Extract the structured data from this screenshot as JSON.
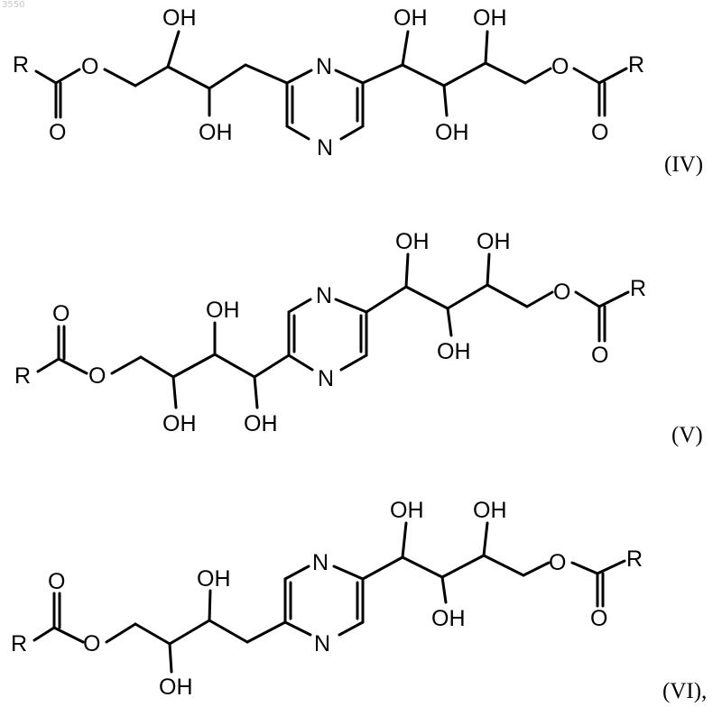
{
  "page_number": "3550",
  "compounds": [
    {
      "id": "IV",
      "label": "(IV)",
      "atoms": {
        "r_left": "R",
        "o_ester_left": "O",
        "o_carbonyl_left": "O",
        "oh_1": "OH",
        "oh_2": "OH",
        "n_top": "N",
        "n_bottom": "N",
        "oh_3": "OH",
        "oh_4": "OH",
        "oh_5": "OH",
        "o_ester_right": "O",
        "o_carbonyl_right": "O",
        "r_right": "R"
      }
    },
    {
      "id": "V",
      "label": "(V)",
      "atoms": {
        "r_left": "R",
        "o_carbonyl_left": "O",
        "o_ester_left": "O",
        "oh_1": "OH",
        "oh_2": "OH",
        "oh_3": "OH",
        "n_top": "N",
        "n_bottom": "N",
        "oh_4": "OH",
        "oh_5": "OH",
        "oh_6": "OH",
        "o_ester_right": "O",
        "o_carbonyl_right": "O",
        "r_right": "R"
      }
    },
    {
      "id": "VI",
      "label": "(VI),",
      "atoms": {
        "r_left": "R",
        "o_carbonyl_left": "O",
        "o_ester_left": "O",
        "oh_1": "OH",
        "oh_2": "OH",
        "n_top": "N",
        "n_bottom": "N",
        "oh_3": "OH",
        "oh_4": "OH",
        "oh_5": "OH",
        "o_ester_right": "O",
        "o_carbonyl_right": "O",
        "r_right": "R"
      }
    }
  ]
}
